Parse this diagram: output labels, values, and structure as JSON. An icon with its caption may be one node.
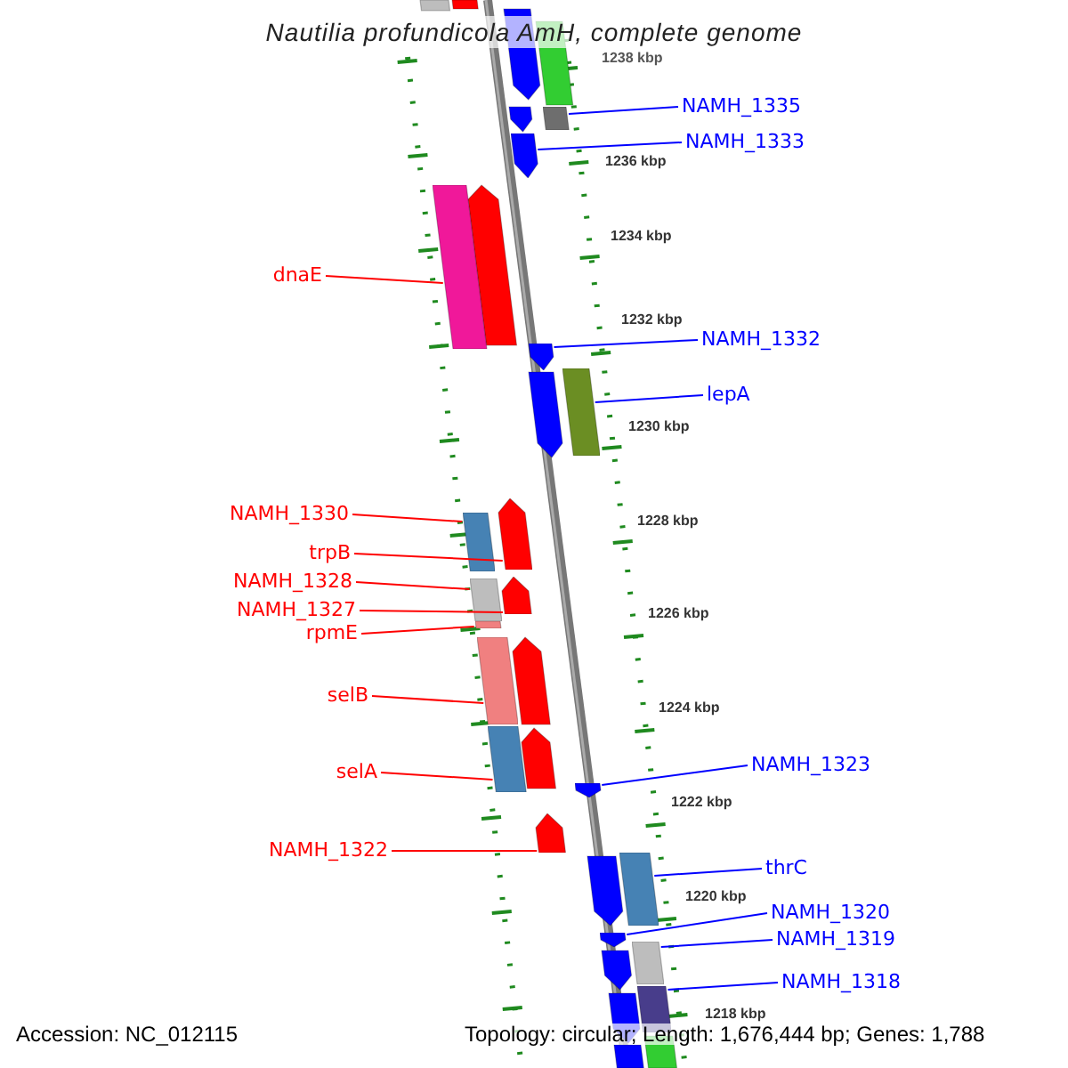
{
  "diagram": {
    "title": "Nautilia profundicola AmH, complete genome",
    "nodes": [
      {
        "text": [
          "NAMH_1335"
        ]
      },
      {
        "text": [
          "NAMH_1333"
        ]
      },
      {
        "text": [
          "dnaE"
        ]
      },
      {
        "text": [
          "NAMH_1332"
        ]
      },
      {
        "text": [
          "lepA"
        ]
      },
      {
        "text": [
          "NAMH_1330"
        ]
      },
      {
        "text": [
          "trpB"
        ]
      },
      {
        "text": [
          "NAMH_1328"
        ]
      },
      {
        "text": [
          "NAMH_1327"
        ]
      },
      {
        "text": [
          "rpmE"
        ]
      },
      {
        "text": [
          "selB"
        ]
      },
      {
        "text": [
          "NAMH_1323"
        ]
      },
      {
        "text": [
          "selA"
        ]
      },
      {
        "text": [
          "NAMH_1322"
        ]
      },
      {
        "text": [
          "thrC"
        ]
      },
      {
        "text": [
          "NAMH_1320"
        ]
      },
      {
        "text": [
          "NAMH_1319"
        ]
      },
      {
        "text": [
          "NAMH_1318"
        ]
      },
      {
        "text": [],
        "shape": "bar"
      },
      {
        "text": [],
        "shape": "bar"
      },
      {
        "text": [],
        "shape": "bar"
      },
      {
        "text": [],
        "shape": "bar"
      },
      {
        "text": [],
        "shape": "bar"
      },
      {
        "text": [],
        "shape": "bar"
      },
      {
        "text": [],
        "shape": "bar"
      },
      {
        "text": [],
        "shape": "bar"
      },
      {
        "text": [],
        "shape": "bar"
      },
      {
        "text": [],
        "shape": "bar"
      },
      {
        "text": [],
        "shape": "bar"
      },
      {
        "text": [],
        "shape": "bar"
      },
      {
        "text": [],
        "shape": "bar"
      },
      {
        "text": [],
        "shape": "bar"
      },
      {
        "text": [],
        "shape": "bar"
      },
      {
        "text": [],
        "shape": "bar"
      },
      {
        "text": [],
        "shape": "bar"
      },
      {
        "text": [],
        "shape": "bar"
      }
    ],
    "edges": [
      {
        "from": 0,
        "to": 18,
        "arrow": "none"
      },
      {
        "from": 1,
        "to": 19,
        "arrow": "none"
      },
      {
        "from": 2,
        "to": 20,
        "arrow": "none",
        "color": "#ff0000"
      },
      {
        "from": 3,
        "to": 21,
        "arrow": "none"
      },
      {
        "from": 4,
        "to": 22,
        "arrow": "none"
      },
      {
        "from": 5,
        "to": 23,
        "arrow": "none",
        "color": "#ff0000"
      },
      {
        "from": 6,
        "to": 24,
        "arrow": "none",
        "color": "#ff0000"
      },
      {
        "from": 7,
        "to": 25,
        "arrow": "none",
        "color": "#ff0000"
      },
      {
        "from": 8,
        "to": 26,
        "arrow": "none",
        "color": "#ff0000"
      },
      {
        "from": 9,
        "to": 27,
        "arrow": "none",
        "color": "#ff0000"
      },
      {
        "from": 10,
        "to": 28,
        "arrow": "none",
        "color": "#ff0000"
      },
      {
        "from": 11,
        "to": 29,
        "arrow": "none"
      },
      {
        "from": 12,
        "to": 30,
        "arrow": "none",
        "color": "#ff0000"
      },
      {
        "from": 13,
        "to": 31,
        "arrow": "none",
        "color": "#ff0000"
      },
      {
        "from": 14,
        "to": 32,
        "arrow": "none"
      },
      {
        "from": 15,
        "to": 33,
        "arrow": "none"
      },
      {
        "from": 16,
        "to": 34,
        "arrow": "none"
      },
      {
        "from": 17,
        "to": 35,
        "arrow": "none"
      }
    ],
    "labels": [
      "1238 kbp",
      "1236 kbp",
      "1234 kbp",
      "1232 kbp",
      "1230 kbp",
      "1228 kbp",
      "1226 kbp",
      "1224 kbp",
      "1222 kbp",
      "1220 kbp",
      "1218 kbp",
      "Accession: NC_012115",
      "Topology: circular; Length: 1,676,444 bp; Genes: 1,788"
    ]
  }
}
